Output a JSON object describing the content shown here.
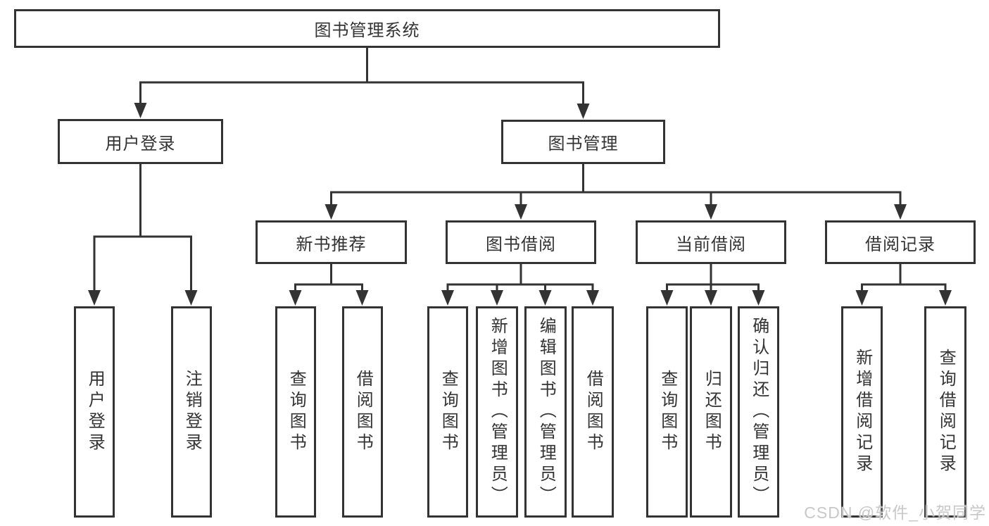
{
  "diagram": {
    "title": "图书管理系统",
    "root": {
      "label": "图书管理系统",
      "children": [
        {
          "label": "用户登录",
          "children": [
            {
              "label": "用户登录"
            },
            {
              "label": "注销登录"
            }
          ]
        },
        {
          "label": "图书管理",
          "children": [
            {
              "label": "新书推荐",
              "children": [
                {
                  "label": "查询图书"
                },
                {
                  "label": "借阅图书"
                }
              ]
            },
            {
              "label": "图书借阅",
              "children": [
                {
                  "label": "查询图书"
                },
                {
                  "label": "新增图书（管理员）"
                },
                {
                  "label": "编辑图书（管理员）"
                },
                {
                  "label": "借阅图书"
                }
              ]
            },
            {
              "label": "当前借阅",
              "children": [
                {
                  "label": "查询图书"
                },
                {
                  "label": "归还图书"
                },
                {
                  "label": "确认归还（管理员）"
                }
              ]
            },
            {
              "label": "借阅记录",
              "children": [
                {
                  "label": "新增借阅记录"
                },
                {
                  "label": "查询借阅记录"
                }
              ]
            }
          ]
        }
      ]
    }
  },
  "watermark": {
    "text": "CSDN @软件_小贺同学"
  },
  "colors": {
    "line": "#333333",
    "box_border": "#333333",
    "text": "#333333",
    "watermark": "#c8c8c8",
    "background": "#ffffff"
  }
}
